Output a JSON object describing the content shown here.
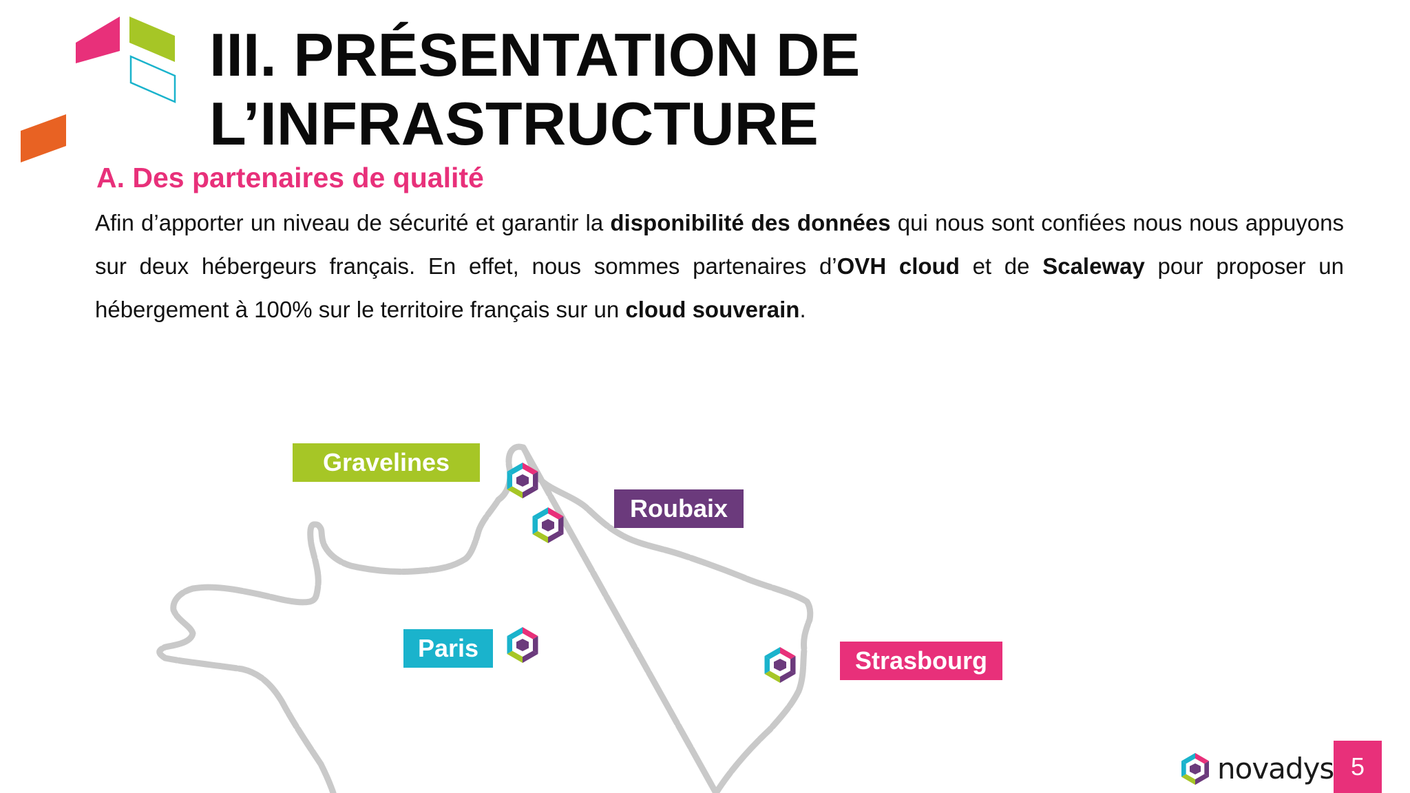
{
  "colors": {
    "pink": "#e8307a",
    "green": "#a6c626",
    "purple": "#6b3a7c",
    "cyan": "#1ab3cc",
    "orange": "#e86223",
    "map_outline": "#c9c9c9"
  },
  "slide": {
    "title_line1": "III. PRÉSENTATION DE",
    "title_line2": "L’INFRASTRUCTURE",
    "subtitle": "A. Des partenaires de qualité",
    "paragraph": {
      "t1": "Afin d’apporter un niveau de sécurité et garantir la ",
      "b1": "disponibilité des données",
      "t2": " qui nous sont confiées nous nous appuyons sur deux hébergeurs français. En effet, nous sommes partenaires d’",
      "b2": "OVH cloud",
      "t3": " et de ",
      "b3": "Scaleway",
      "t4": " pour proposer un hébergement à 100% sur le territoire français sur un ",
      "b4": "cloud souverain",
      "t5": "."
    }
  },
  "map": {
    "cities": [
      {
        "name": "Gravelines",
        "color": "green"
      },
      {
        "name": "Roubaix",
        "color": "purple"
      },
      {
        "name": "Paris",
        "color": "cyan"
      },
      {
        "name": "Strasbourg",
        "color": "pink"
      }
    ],
    "marker_icon": "hexagon-cube-icon"
  },
  "footer": {
    "brand": "novadys",
    "brand_icon": "novadys-logo-icon",
    "page_number": "5"
  }
}
